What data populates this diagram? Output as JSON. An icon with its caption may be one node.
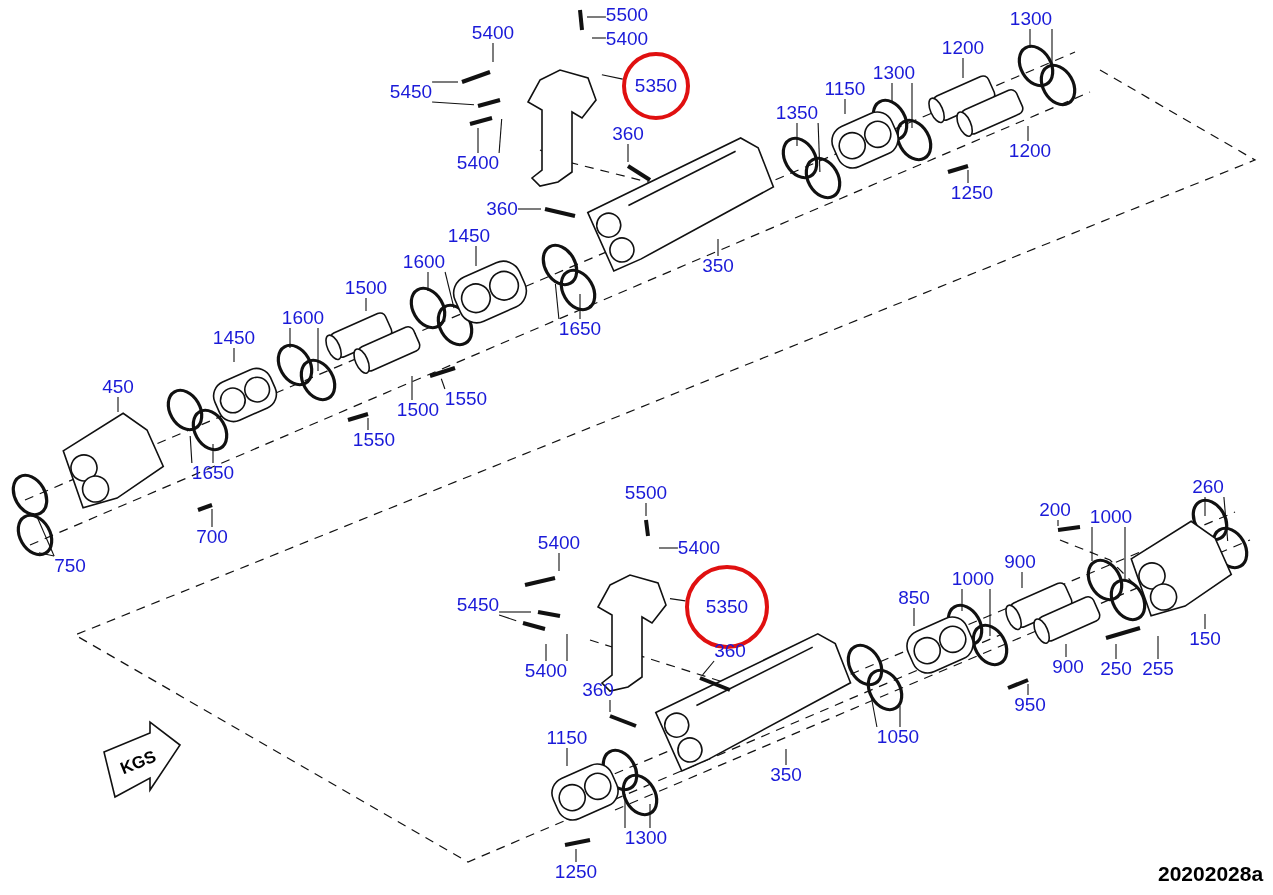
{
  "diagram": {
    "nodes": [
      {
        "text": [
          "5500"
        ]
      },
      {
        "text": [
          "5400"
        ]
      },
      {
        "text": [
          "5350"
        ]
      },
      {
        "text": [
          "5400"
        ]
      },
      {
        "text": [
          "5450"
        ]
      },
      {
        "text": [
          "5400"
        ]
      },
      {
        "text": [
          "360"
        ]
      },
      {
        "text": [
          "1350"
        ]
      },
      {
        "text": [
          "1150"
        ]
      },
      {
        "text": [
          "1300"
        ]
      },
      {
        "text": [
          "1200"
        ]
      },
      {
        "text": [
          "1300"
        ]
      },
      {
        "text": [
          "1200"
        ]
      },
      {
        "text": [
          "1250"
        ]
      },
      {
        "text": [
          "360"
        ]
      },
      {
        "text": [
          "350"
        ]
      },
      {
        "text": [
          "1450"
        ]
      },
      {
        "text": [
          "1600"
        ]
      },
      {
        "text": [
          "1650"
        ]
      },
      {
        "text": [
          "1500"
        ]
      },
      {
        "text": [
          "1450"
        ]
      },
      {
        "text": [
          "1600"
        ]
      },
      {
        "text": [
          "1500"
        ]
      },
      {
        "text": [
          "1550"
        ]
      },
      {
        "text": [
          "1550"
        ]
      },
      {
        "text": [
          "450"
        ]
      },
      {
        "text": [
          "1650"
        ]
      },
      {
        "text": [
          "700"
        ]
      },
      {
        "text": [
          "750"
        ]
      },
      {
        "text": [
          "5500"
        ]
      },
      {
        "text": [
          "5400"
        ]
      },
      {
        "text": [
          "5350"
        ]
      },
      {
        "text": [
          "5400"
        ]
      },
      {
        "text": [
          "5450"
        ]
      },
      {
        "text": [
          "5400"
        ]
      },
      {
        "text": [
          "360"
        ]
      },
      {
        "text": [
          "360"
        ]
      },
      {
        "text": [
          "1150"
        ]
      },
      {
        "text": [
          "1300"
        ]
      },
      {
        "text": [
          "1250"
        ]
      },
      {
        "text": [
          "350"
        ]
      },
      {
        "text": [
          "1050"
        ]
      },
      {
        "text": [
          "850"
        ]
      },
      {
        "text": [
          "1000"
        ]
      },
      {
        "text": [
          "900"
        ]
      },
      {
        "text": [
          "900"
        ]
      },
      {
        "text": [
          "950"
        ]
      },
      {
        "text": [
          "200"
        ]
      },
      {
        "text": [
          "1000"
        ]
      },
      {
        "text": [
          "260"
        ]
      },
      {
        "text": [
          "150"
        ]
      },
      {
        "text": [
          "250"
        ]
      },
      {
        "text": [
          "255"
        ]
      }
    ],
    "edges": [
      {
        "from": 0,
        "to": null,
        "arrow": "none"
      },
      {
        "from": 1,
        "to": null,
        "arrow": "none"
      },
      {
        "from": 2,
        "to": null,
        "arrow": "none"
      },
      {
        "from": 3,
        "to": null,
        "arrow": "none"
      },
      {
        "from": 4,
        "to": null,
        "arrow": "none"
      },
      {
        "from": 4,
        "to": null,
        "arrow": "none"
      },
      {
        "from": 5,
        "to": null,
        "arrow": "none"
      },
      {
        "from": 5,
        "to": null,
        "arrow": "none"
      },
      {
        "from": 6,
        "to": null,
        "arrow": "none"
      },
      {
        "from": 7,
        "to": null,
        "arrow": "none"
      },
      {
        "from": 7,
        "to": null,
        "arrow": "none"
      },
      {
        "from": 8,
        "to": null,
        "arrow": "none"
      },
      {
        "from": 9,
        "to": null,
        "arrow": "none"
      },
      {
        "from": 9,
        "to": null,
        "arrow": "none"
      },
      {
        "from": 10,
        "to": null,
        "arrow": "none"
      },
      {
        "from": 11,
        "to": null,
        "arrow": "none"
      },
      {
        "from": 11,
        "to": null,
        "arrow": "none"
      },
      {
        "from": 12,
        "to": null,
        "arrow": "none"
      },
      {
        "from": 13,
        "to": null,
        "arrow": "none"
      },
      {
        "from": 14,
        "to": null,
        "arrow": "none"
      },
      {
        "from": 15,
        "to": null,
        "arrow": "none"
      },
      {
        "from": 16,
        "to": null,
        "arrow": "none"
      },
      {
        "from": 17,
        "to": null,
        "arrow": "none"
      },
      {
        "from": 17,
        "to": null,
        "arrow": "none"
      },
      {
        "from": 18,
        "to": null,
        "arrow": "none"
      },
      {
        "from": 18,
        "to": null,
        "arrow": "none"
      },
      {
        "from": 19,
        "to": null,
        "arrow": "none"
      },
      {
        "from": 20,
        "to": null,
        "arrow": "none"
      },
      {
        "from": 21,
        "to": null,
        "arrow": "none"
      },
      {
        "from": 21,
        "to": null,
        "arrow": "none"
      },
      {
        "from": 22,
        "to": null,
        "arrow": "none"
      },
      {
        "from": 23,
        "to": null,
        "arrow": "none"
      },
      {
        "from": 24,
        "to": null,
        "arrow": "none"
      },
      {
        "from": 25,
        "to": null,
        "arrow": "none"
      },
      {
        "from": 26,
        "to": null,
        "arrow": "none"
      },
      {
        "from": 26,
        "to": null,
        "arrow": "none"
      },
      {
        "from": 27,
        "to": null,
        "arrow": "none"
      },
      {
        "from": 28,
        "to": null,
        "arrow": "none"
      },
      {
        "from": 28,
        "to": null,
        "arrow": "none"
      },
      {
        "from": 29,
        "to": null,
        "arrow": "none"
      },
      {
        "from": 30,
        "to": null,
        "arrow": "none"
      },
      {
        "from": 31,
        "to": null,
        "arrow": "none"
      },
      {
        "from": 32,
        "to": null,
        "arrow": "none"
      },
      {
        "from": 33,
        "to": null,
        "arrow": "none"
      },
      {
        "from": 33,
        "to": null,
        "arrow": "none"
      },
      {
        "from": 34,
        "to": null,
        "arrow": "none"
      },
      {
        "from": 34,
        "to": null,
        "arrow": "none"
      },
      {
        "from": 35,
        "to": null,
        "arrow": "none"
      },
      {
        "from": 36,
        "to": null,
        "arrow": "none"
      },
      {
        "from": 37,
        "to": null,
        "arrow": "none"
      },
      {
        "from": 38,
        "to": null,
        "arrow": "none"
      },
      {
        "from": 38,
        "to": null,
        "arrow": "none"
      },
      {
        "from": 39,
        "to": null,
        "arrow": "none"
      },
      {
        "from": 40,
        "to": null,
        "arrow": "none"
      },
      {
        "from": 41,
        "to": null,
        "arrow": "none"
      },
      {
        "from": 41,
        "to": null,
        "arrow": "none"
      },
      {
        "from": 42,
        "to": null,
        "arrow": "none"
      },
      {
        "from": 43,
        "to": null,
        "arrow": "none"
      },
      {
        "from": 43,
        "to": null,
        "arrow": "none"
      },
      {
        "from": 44,
        "to": null,
        "arrow": "none"
      },
      {
        "from": 45,
        "to": null,
        "arrow": "none"
      },
      {
        "from": 46,
        "to": null,
        "arrow": "none"
      },
      {
        "from": 47,
        "to": null,
        "arrow": "none"
      },
      {
        "from": 48,
        "to": null,
        "arrow": "none"
      },
      {
        "from": 48,
        "to": null,
        "arrow": "none"
      },
      {
        "from": 49,
        "to": null,
        "arrow": "none"
      },
      {
        "from": 49,
        "to": null,
        "arrow": "none"
      },
      {
        "from": 50,
        "to": null,
        "arrow": "none"
      },
      {
        "from": 51,
        "to": null,
        "arrow": "none"
      },
      {
        "from": 52,
        "to": null,
        "arrow": "none"
      }
    ],
    "labels": [
      "KGS",
      "20202028a"
    ]
  }
}
